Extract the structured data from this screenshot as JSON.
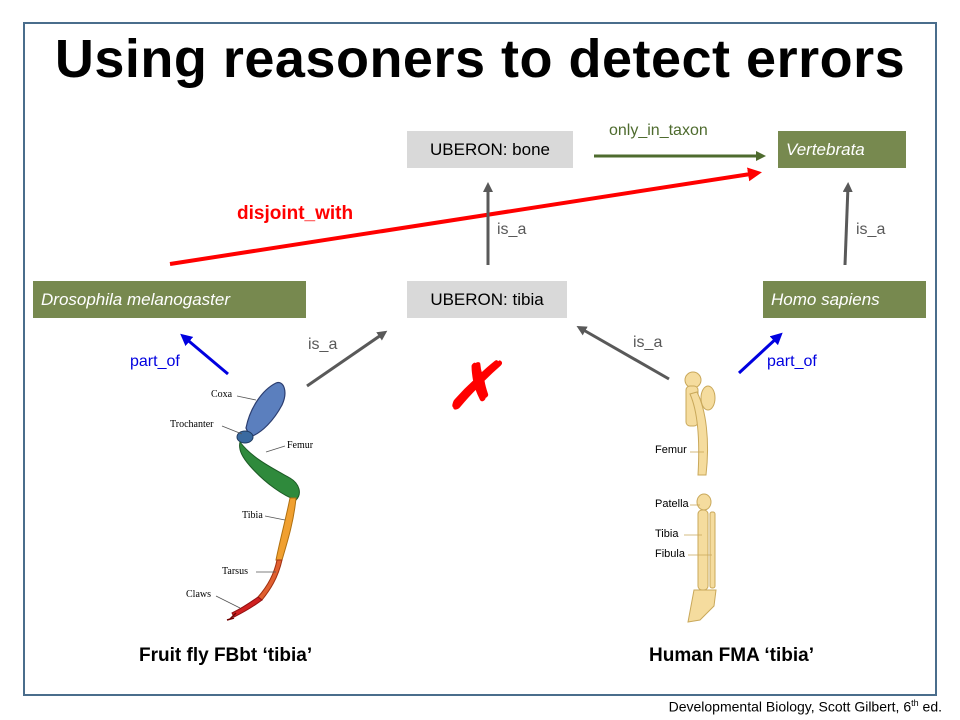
{
  "title": "Using reasoners to detect errors",
  "nodes": {
    "bone": "UBERON: bone",
    "vertebrata": "Vertebrata",
    "tibia": "UBERON: tibia",
    "drosophila": "Drosophila melanogaster",
    "homo": "Homo sapiens"
  },
  "relations": {
    "only_in_taxon": "only_in_taxon",
    "disjoint_with": "disjoint_with",
    "is_a": "is_a",
    "part_of": "part_of"
  },
  "error_mark": "✗",
  "fly_labels": [
    "Coxa",
    "Trochanter",
    "Femur",
    "Tibia",
    "Tarsus",
    "Claws"
  ],
  "human_labels": [
    "Femur",
    "Patella",
    "Tibia",
    "Fibula"
  ],
  "captions": {
    "fly": "Fruit fly FBbt ‘tibia’",
    "human": "Human FMA ‘tibia’"
  },
  "credit": {
    "text": "Developmental Biology, Scott Gilbert, 6",
    "sup": "th",
    "suffix": " ed."
  },
  "colors": {
    "frame": "#4a6d8c",
    "olive": "#77894f",
    "grey_box": "#d9d9d9",
    "arrow_grey": "#595959",
    "arrow_green": "#4e6b2e",
    "disjoint_red": "#ff0000",
    "part_of_blue": "#0000e0"
  }
}
